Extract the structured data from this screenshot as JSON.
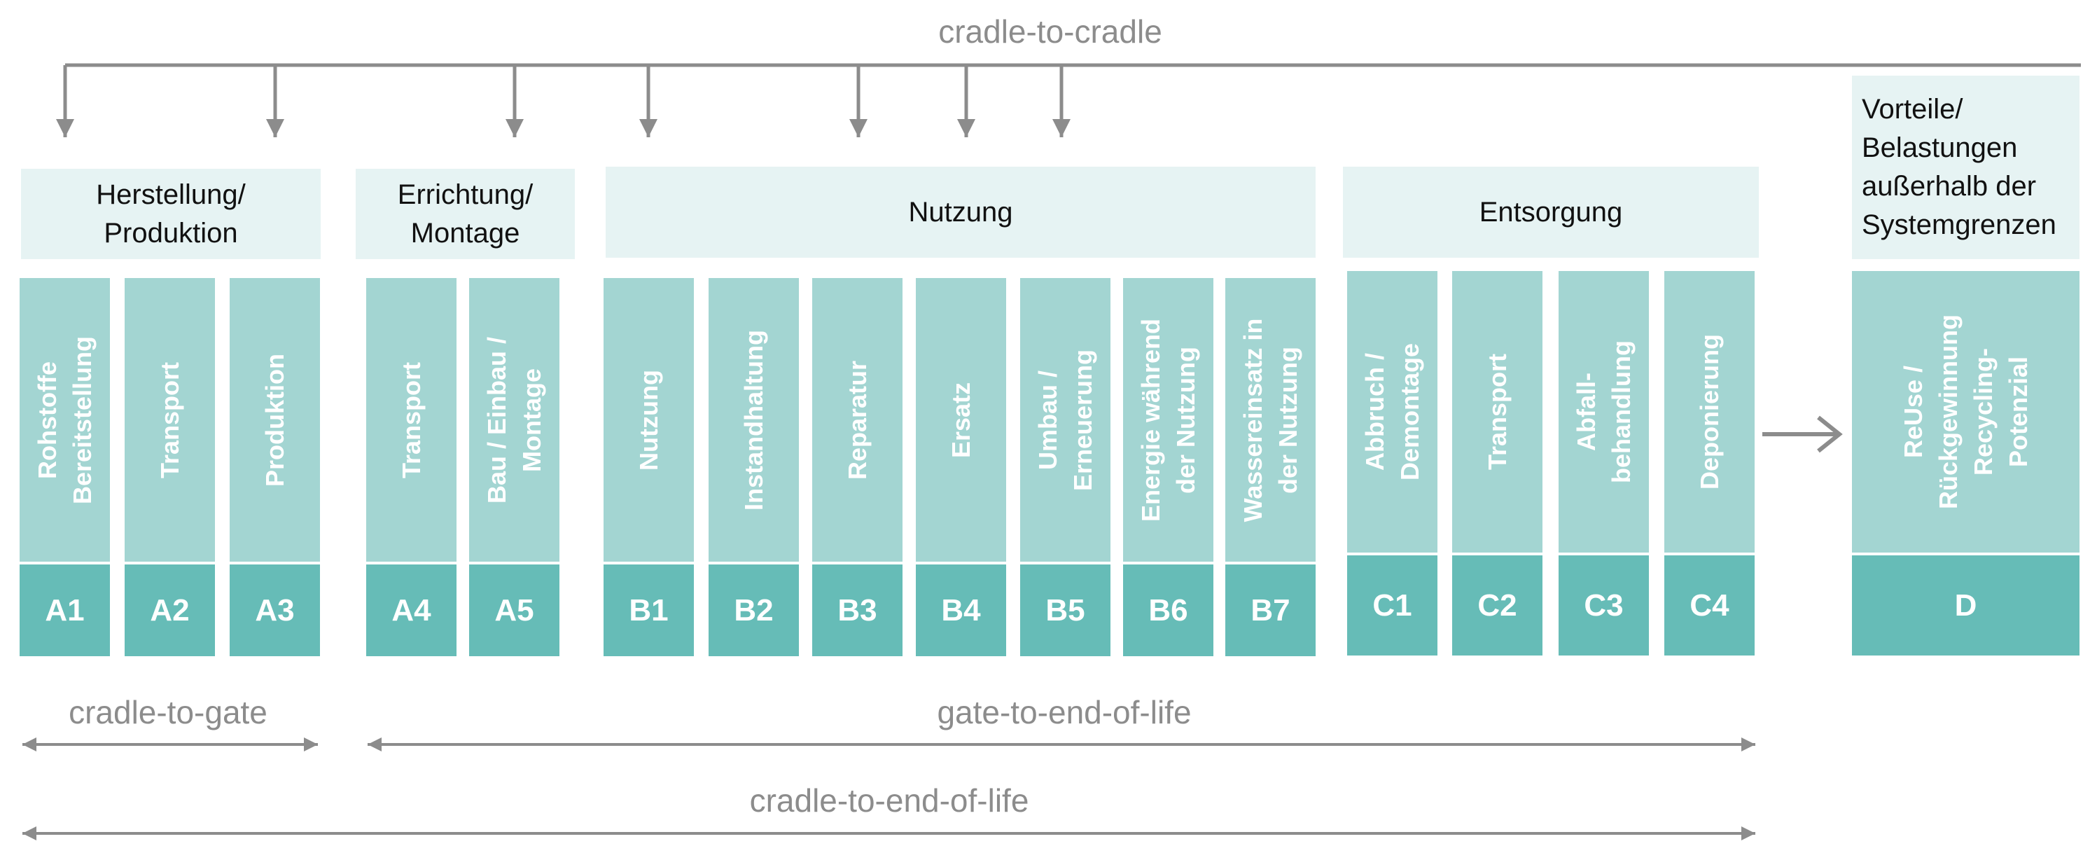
{
  "scopes": {
    "cradle_to_cradle": "cradle-to-cradle",
    "cradle_to_gate": "cradle-to-gate",
    "gate_to_end_of_life": "gate-to-end-of-life",
    "cradle_to_end_of_life": "cradle-to-end-of-life"
  },
  "groups": {
    "herstellung": "Herstellung/\nProduktion",
    "errichtung": "Errichtung/\nMontage",
    "nutzung": "Nutzung",
    "entsorgung": "Entsorgung",
    "vorteile": "Vorteile/\nBelastungen\naußerhalb der\nSystemgrenzen"
  },
  "modules": [
    {
      "code": "A1",
      "label": "Rohstoffe\nBereitstellung"
    },
    {
      "code": "A2",
      "label": "Transport"
    },
    {
      "code": "A3",
      "label": "Produktion"
    },
    {
      "code": "A4",
      "label": "Transport"
    },
    {
      "code": "A5",
      "label": "Bau / Einbau /\nMontage"
    },
    {
      "code": "B1",
      "label": "Nutzung"
    },
    {
      "code": "B2",
      "label": "Instandhaltung"
    },
    {
      "code": "B3",
      "label": "Reparatur"
    },
    {
      "code": "B4",
      "label": "Ersatz"
    },
    {
      "code": "B5",
      "label": "Umbau /\nErneuerung"
    },
    {
      "code": "B6",
      "label": "Energie während\nder Nutzung"
    },
    {
      "code": "B7",
      "label": "Wassereinsatz in\nder Nutzung"
    },
    {
      "code": "C1",
      "label": "Abbruch /\nDemontage"
    },
    {
      "code": "C2",
      "label": "Transport"
    },
    {
      "code": "C3",
      "label": "Abfall-\nbehandlung"
    },
    {
      "code": "C4",
      "label": "Deponierung"
    },
    {
      "code": "D",
      "label": "ReUse /\nRückgewinnung\nRecycling-\nPotenzial"
    }
  ],
  "colors": {
    "group_bg": "#e6f3f3",
    "module_bg": "#a3d5d2",
    "code_bg": "#66bcb7",
    "lines": "#8c8c8c"
  }
}
